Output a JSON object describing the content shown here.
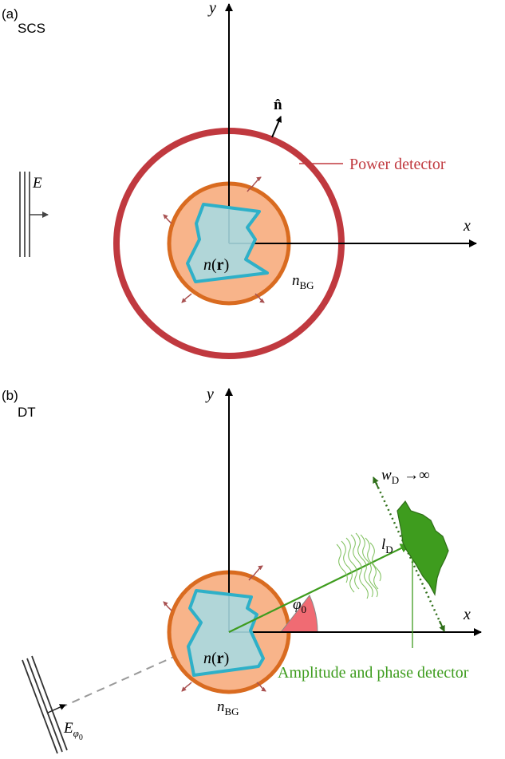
{
  "panel_a": {
    "tag": "(a)",
    "mode": "SCS",
    "y_axis": "y",
    "x_axis": "x",
    "normal": "n̂",
    "field": "E",
    "detector_label": "Power detector",
    "object_label_n": "n",
    "object_label_r": "r",
    "bg_n": "n",
    "bg_sub": "BG"
  },
  "panel_b": {
    "tag": "(b)",
    "mode": "DT",
    "y_axis": "y",
    "x_axis": "x",
    "w_label": "w",
    "w_sub": "D",
    "w_limit": "→∞",
    "l_label": "l",
    "l_sub": "D",
    "angle_label": "φ",
    "angle_sub": "0",
    "detector_label": "Amplitude and phase detector",
    "field": "E",
    "field_sub": "φ",
    "field_subsub": "0",
    "object_label_n": "n",
    "object_label_r": "r",
    "bg_n": "n",
    "bg_sub": "BG"
  },
  "colors": {
    "power_detector": "#c0393f",
    "shell": "#d96b20",
    "background_medium": "#f8b48a",
    "object_fill": "#a9d9e0",
    "object_edge": "#2eb0c8",
    "detector_green": "#3e9c1e",
    "angle_fill": "#f06b73",
    "scatter_arrow": "#a85050"
  }
}
